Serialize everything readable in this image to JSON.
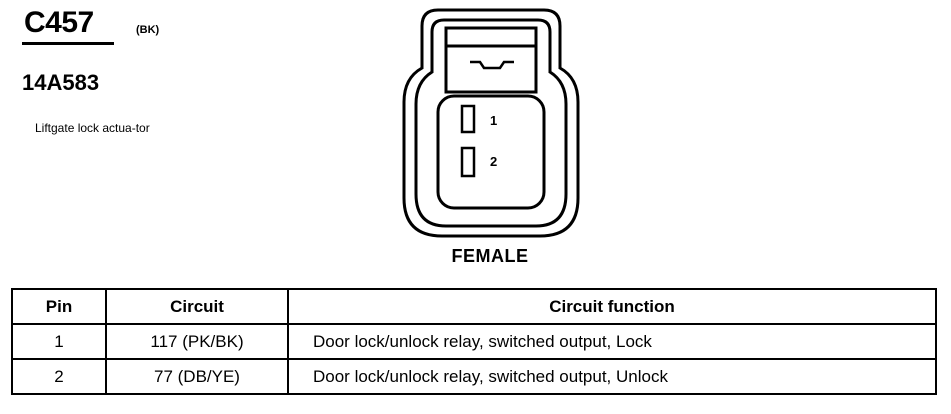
{
  "connector": {
    "id": "C457",
    "color_code": "(BK)",
    "part_number": "14A583",
    "description": "Liftgate lock actua-tor",
    "gender": "FEMALE",
    "pin_labels": [
      "1",
      "2"
    ]
  },
  "pin_table": {
    "headers": [
      "Pin",
      "Circuit",
      "Circuit function"
    ],
    "rows": [
      {
        "pin": "1",
        "circuit": "117 (PK/BK)",
        "function": "Door lock/unlock relay, switched output, Lock"
      },
      {
        "pin": "2",
        "circuit": "77 (DB/YE)",
        "function": "Door lock/unlock relay, switched output, Unlock"
      }
    ]
  }
}
